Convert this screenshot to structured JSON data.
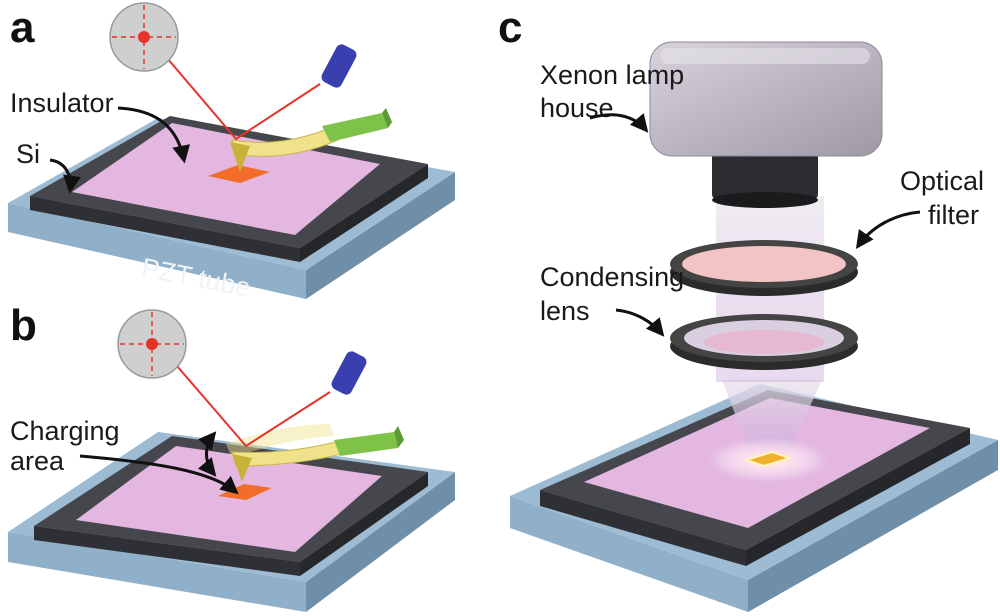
{
  "panels": {
    "a": {
      "letter": "a",
      "labels": {
        "insulator": "Insulator",
        "si": "Si",
        "pzt": "PZT tube"
      }
    },
    "b": {
      "letter": "b",
      "labels": {
        "charging_line1": "Charging",
        "charging_line2": "area"
      }
    },
    "c": {
      "letter": "c",
      "labels": {
        "xenon_line1": "Xenon lamp",
        "xenon_line2": "house",
        "optical_line1": "Optical",
        "optical_line2": "filter",
        "condensing_line1": "Condensing",
        "condensing_line2": "lens"
      }
    }
  },
  "colors": {
    "base_blue": "#9dbcd4",
    "silicon": "#45474d",
    "insulator": "#e3b7e0",
    "charge_patch": "#f26d2a",
    "laser": "#e5332a",
    "cantilever": "#efe28a",
    "holder": "#7ec24a",
    "laser_source": "#3a3fb0",
    "detector": "#cfcfcf",
    "lamp_body": "#b7b0bd",
    "filter_ring": "#2b2b2b"
  }
}
